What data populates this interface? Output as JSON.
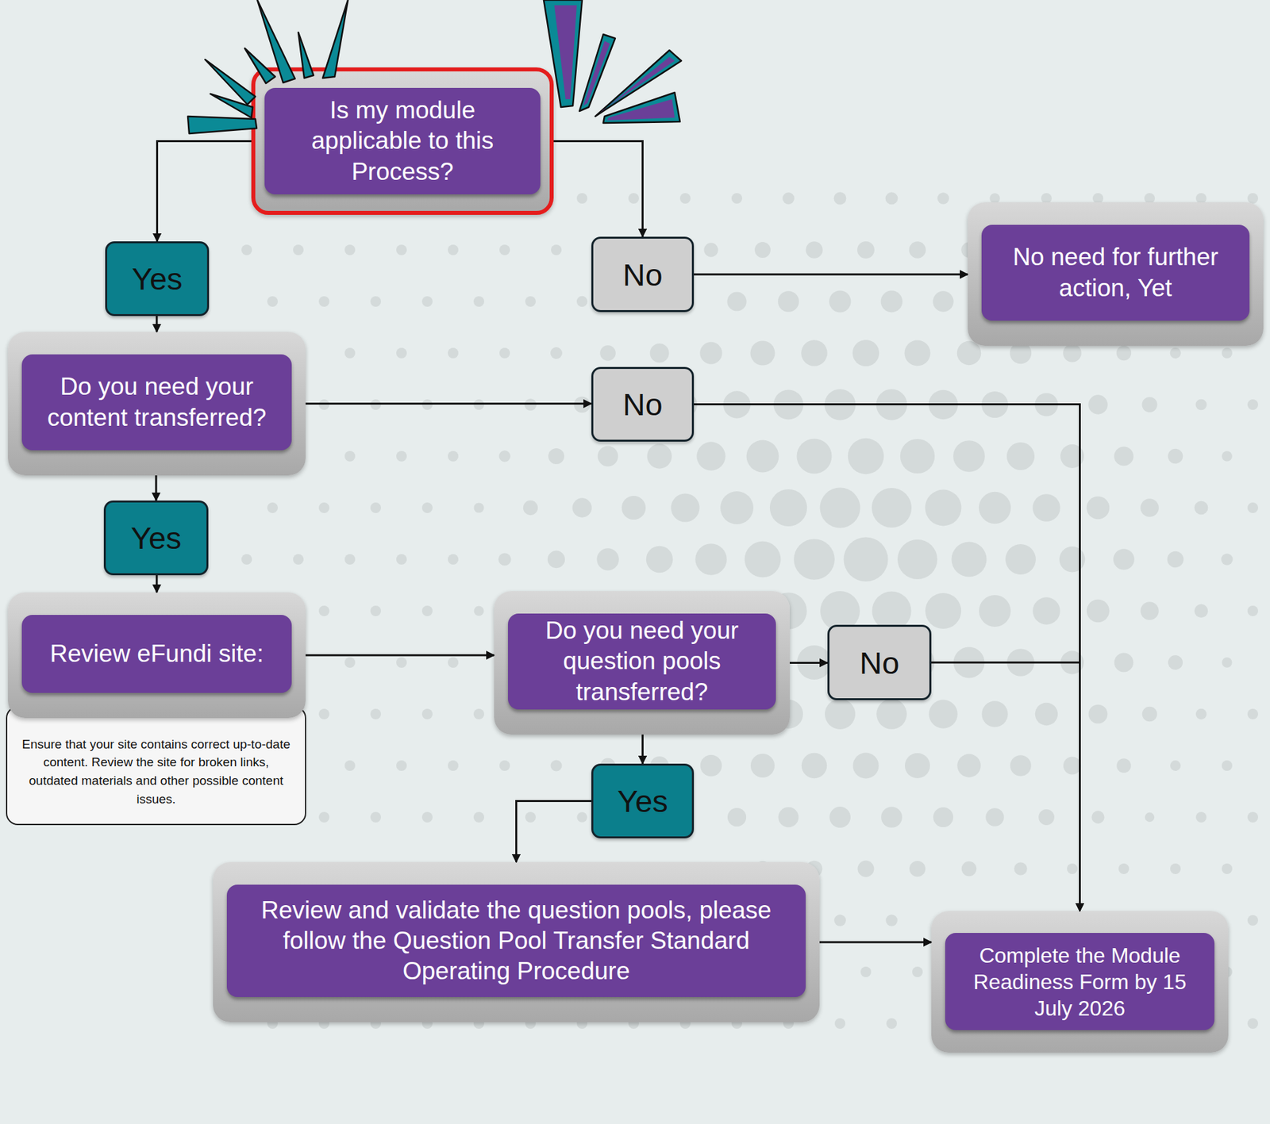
{
  "diagram": {
    "nodes": [
      {
        "text": [
          "Is my module applicable to this Process?"
        ]
      },
      {
        "text": [
          "Yes"
        ]
      },
      {
        "text": [
          "No"
        ]
      },
      {
        "text": [
          "No need for further action, Yet"
        ]
      },
      {
        "text": [
          "Do you need your content transferred?"
        ]
      },
      {
        "text": [
          "No"
        ]
      },
      {
        "text": [
          "Yes"
        ]
      },
      {
        "text": [
          "Review eFundi site:"
        ]
      },
      {
        "text": [
          "Ensure that your site contains correct up-to-date content. Review the site for broken links, outdated materials and other possible content issues."
        ]
      },
      {
        "text": [
          "Do you need your question pools transferred?"
        ]
      },
      {
        "text": [
          "No"
        ]
      },
      {
        "text": [
          "Yes"
        ]
      },
      {
        "text": [
          "Review and validate the question pools, please follow the Question Pool Transfer Standard Operating Procedure"
        ]
      },
      {
        "text": [
          "Complete the Module Readiness Form by 15 July 2026"
        ]
      }
    ],
    "edges": [
      {
        "from": 0,
        "to": 1,
        "arrow": "to"
      },
      {
        "from": 0,
        "to": 2,
        "arrow": "to"
      },
      {
        "from": 2,
        "to": 3,
        "arrow": "to"
      },
      {
        "from": 1,
        "to": 4,
        "arrow": "to"
      },
      {
        "from": 4,
        "to": 5,
        "arrow": "to"
      },
      {
        "from": 5,
        "to": 13,
        "arrow": "to"
      },
      {
        "from": 4,
        "to": 6,
        "arrow": "to"
      },
      {
        "from": 6,
        "to": 7,
        "arrow": "to"
      },
      {
        "from": 7,
        "to": 9,
        "arrow": "to"
      },
      {
        "from": 9,
        "to": 10,
        "arrow": "to"
      },
      {
        "from": 10,
        "to": 13,
        "arrow": "to"
      },
      {
        "from": 9,
        "to": 11,
        "arrow": "to"
      },
      {
        "from": 11,
        "to": 12,
        "arrow": "to"
      },
      {
        "from": 12,
        "to": 13,
        "arrow": "to"
      }
    ]
  }
}
